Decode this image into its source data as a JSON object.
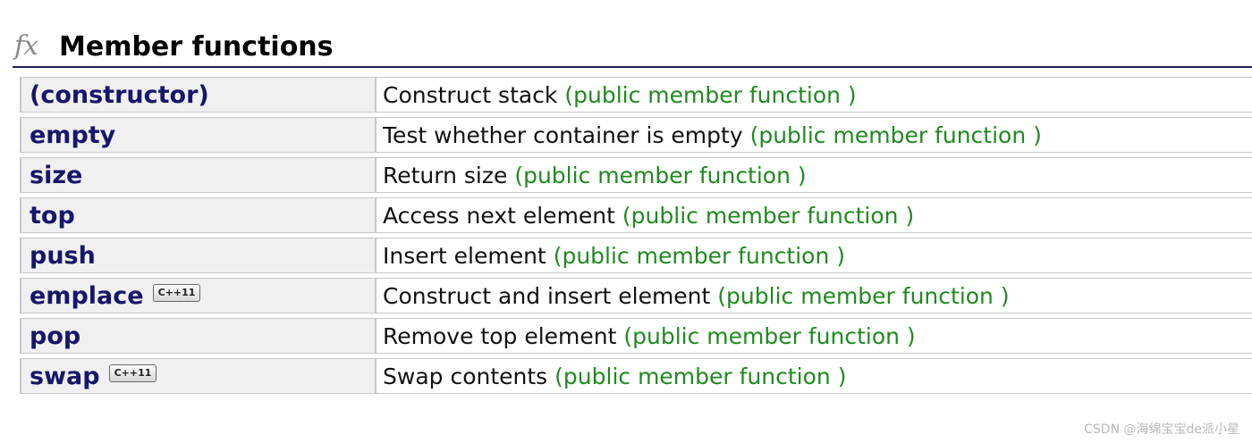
{
  "section": {
    "icon": "fx-function-icon",
    "icon_text": "fx",
    "title": "Member functions"
  },
  "members": [
    {
      "name": "(constructor)",
      "badge": "",
      "description": "Construct stack",
      "kind": "(public member function )"
    },
    {
      "name": "empty",
      "badge": "",
      "description": "Test whether container is empty",
      "kind": "(public member function )"
    },
    {
      "name": "size",
      "badge": "",
      "description": "Return size",
      "kind": "(public member function )"
    },
    {
      "name": "top",
      "badge": "",
      "description": "Access next element",
      "kind": "(public member function )"
    },
    {
      "name": "push",
      "badge": "",
      "description": "Insert element",
      "kind": "(public member function )"
    },
    {
      "name": "emplace",
      "badge": "C++11",
      "description": "Construct and insert element",
      "kind": "(public member function )"
    },
    {
      "name": "pop",
      "badge": "",
      "description": "Remove top element",
      "kind": "(public member function )"
    },
    {
      "name": "swap",
      "badge": "C++11",
      "description": "Swap contents",
      "kind": "(public member function )"
    }
  ],
  "watermark": "CSDN @海绵宝宝de派小星",
  "colors": {
    "member_name": "#16166b",
    "member_kind": "#1f8a1f",
    "header_rule": "#1c1c5a",
    "name_cell_bg": "#f0f0f0"
  }
}
